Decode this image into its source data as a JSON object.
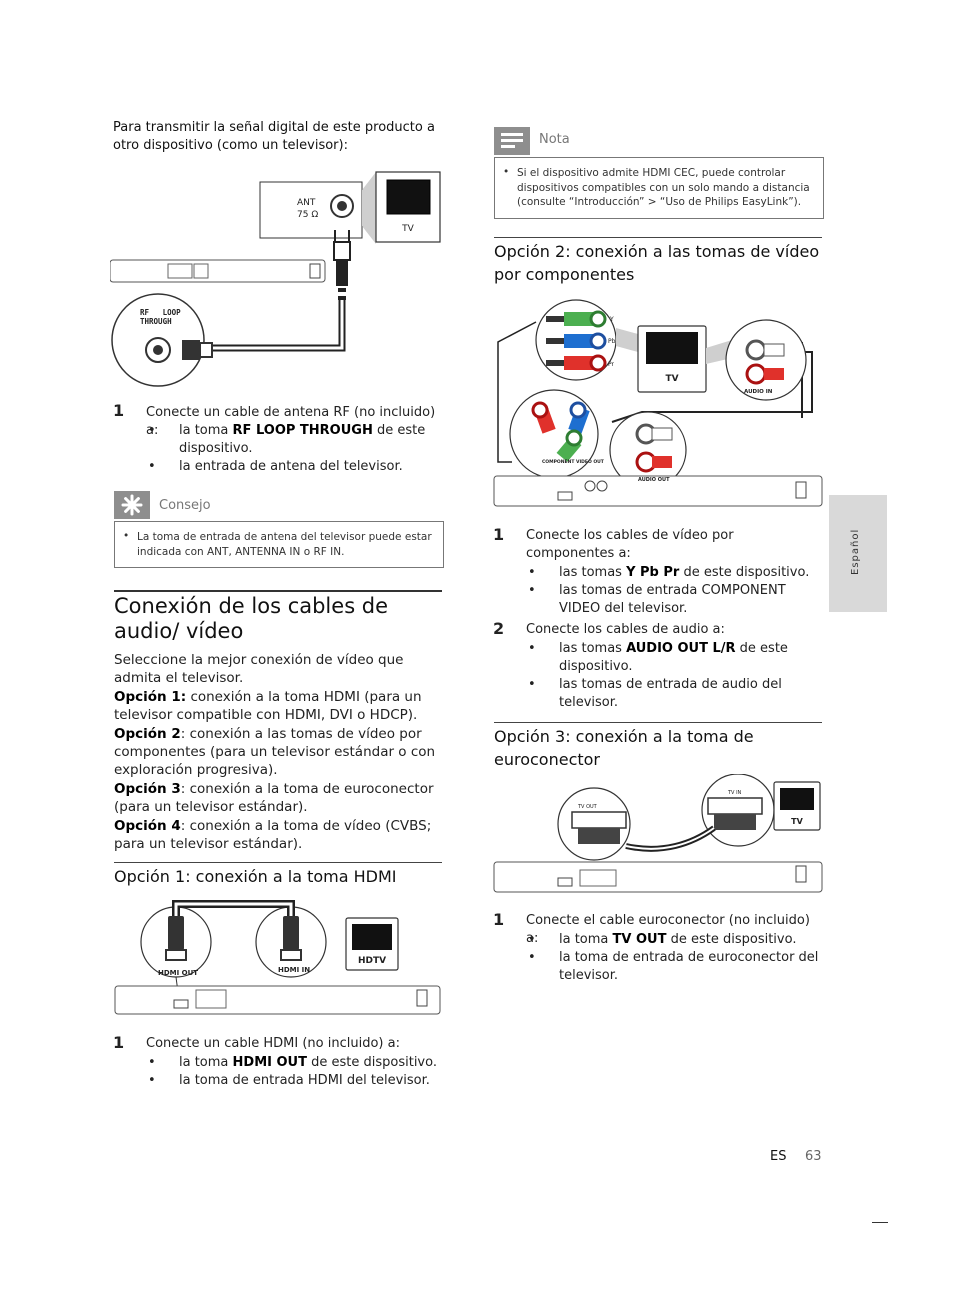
{
  "intro": {
    "text": "Para transmitir la señal digital de este producto a otro dispositivo (como un televisor):"
  },
  "rf_diagram": {
    "ant_label": "ANT",
    "ant_ohm": "75 Ω",
    "tv_label": "TV",
    "rf_label_1": "RF   LOOP",
    "rf_label_2": "THROUGH"
  },
  "rf_step": {
    "num": "1",
    "text": "Conecte un cable de antena RF (no incluido) a:",
    "b1_pre": "la toma ",
    "b1_hl": "RF LOOP THROUGH",
    "b1_post": " de este dispositivo.",
    "b2": "la entrada de antena del televisor."
  },
  "consejo": {
    "label": "Consejo",
    "text": "La toma de entrada de antena del televisor puede estar indicada con ANT, ANTENNA IN o RF IN."
  },
  "section": {
    "title": "Conexión de los cables de audio/ vídeo",
    "p1": "Seleccione la mejor conexión de vídeo que admita el televisor.",
    "o1_hl": "Opción 1:",
    "o1": " conexión a la toma HDMI (para un televisor compatible con HDMI, DVI o HDCP).",
    "o2_hl": "Opción 2",
    "o2": ": conexión a las tomas de vídeo por componentes (para un televisor estándar o con exploración progresiva).",
    "o3_hl": "Opción 3",
    "o3": ": conexión a la toma de euroconector (para un televisor estándar).",
    "o4_hl": "Opción 4",
    "o4": ": conexión a la toma de vídeo (CVBS; para un televisor estándar)."
  },
  "opt1": {
    "title": "Opción 1: conexión a la toma HDMI",
    "hdmi_out": "HDMI OUT",
    "hdmi_in": "HDMI IN",
    "hdtv": "HDTV",
    "num": "1",
    "text": "Conecte un cable HDMI (no incluido) a:",
    "b1_pre": "la toma ",
    "b1_hl": "HDMI OUT",
    "b1_post": " de este dispositivo.",
    "b2": "la toma de entrada HDMI del televisor."
  },
  "nota": {
    "label": "Nota",
    "text": "Si el dispositivo admite HDMI CEC, puede controlar dispositivos compatibles con un solo mando a distancia (consulte “Introducción” > “Uso de Philips EasyLink”)."
  },
  "opt2": {
    "title": "Opción 2: conexión a las tomas de vídeo por componentes",
    "y": "Y",
    "pb": "Pb",
    "pr": "Pr",
    "tv": "TV",
    "audio_in": "AUDIO IN",
    "audio_out": "AUDIO OUT",
    "component_out": "COMPONENT VIDEO OUT",
    "n1": "1",
    "s1": "Conecte los cables de vídeo por componentes a:",
    "s1b1_pre": "las tomas ",
    "s1b1_hl": "Y Pb Pr",
    "s1b1_post": " de este dispositivo.",
    "s1b2": "las tomas de entrada COMPONENT VIDEO del televisor.",
    "n2": "2",
    "s2": "Conecte los cables de audio a:",
    "s2b1_pre": "las tomas ",
    "s2b1_hl": "AUDIO OUT L/R",
    "s2b1_post": "  de este dispositivo.",
    "s2b2": "las tomas de entrada de audio del televisor."
  },
  "opt3": {
    "title": "Opción 3: conexión a la toma de euroconector",
    "tv_out": "TV OUT",
    "tv_in": "TV IN",
    "tv": "TV",
    "num": "1",
    "text": "Conecte el cable euroconector (no incluido) a:",
    "b1_pre": "la toma ",
    "b1_hl": "TV OUT",
    "b1_post": " de este dispositivo.",
    "b2": "la toma de entrada de euroconector del televisor."
  },
  "side_tab": {
    "label": "Español"
  },
  "footer": {
    "lang": "ES",
    "page": "63"
  },
  "colors": {
    "tab_gray": "#d9d9d9",
    "tag_gray": "#8e8e8e",
    "green": "#4caf50",
    "blue": "#1e6fd0",
    "red": "#e0312b"
  }
}
